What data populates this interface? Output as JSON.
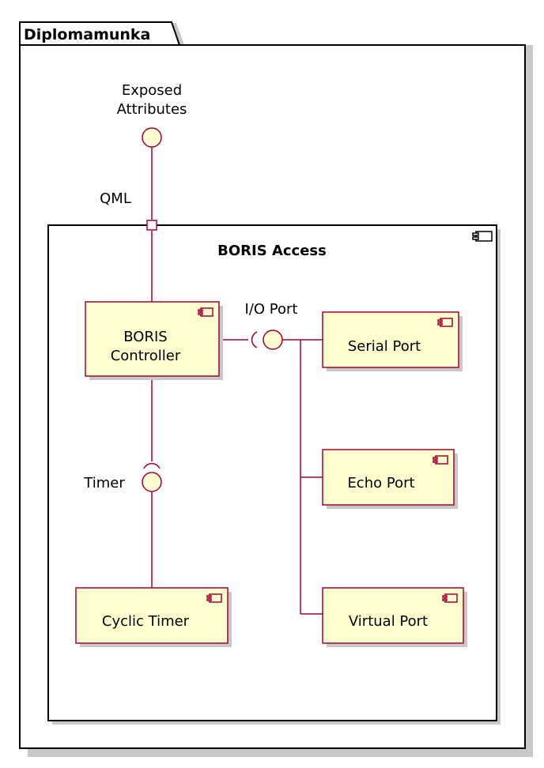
{
  "package": {
    "name": "Diplomamunka"
  },
  "interfaces": {
    "exposed": "Exposed",
    "exposed_line2": "Attributes",
    "qml": "QML",
    "io_port": "I/O Port",
    "timer": "Timer"
  },
  "component": {
    "name": "BORIS Access"
  },
  "subcomponents": {
    "controller_line1": "BORIS",
    "controller_line2": "Controller",
    "serial": "Serial Port",
    "echo": "Echo Port",
    "virtual": "Virtual Port",
    "cyclic_timer": "Cyclic Timer"
  },
  "colors": {
    "component_fill": "#FEFECE",
    "stroke": "#A80036",
    "frame": "#000000",
    "shadow": "#C8C8C8"
  }
}
